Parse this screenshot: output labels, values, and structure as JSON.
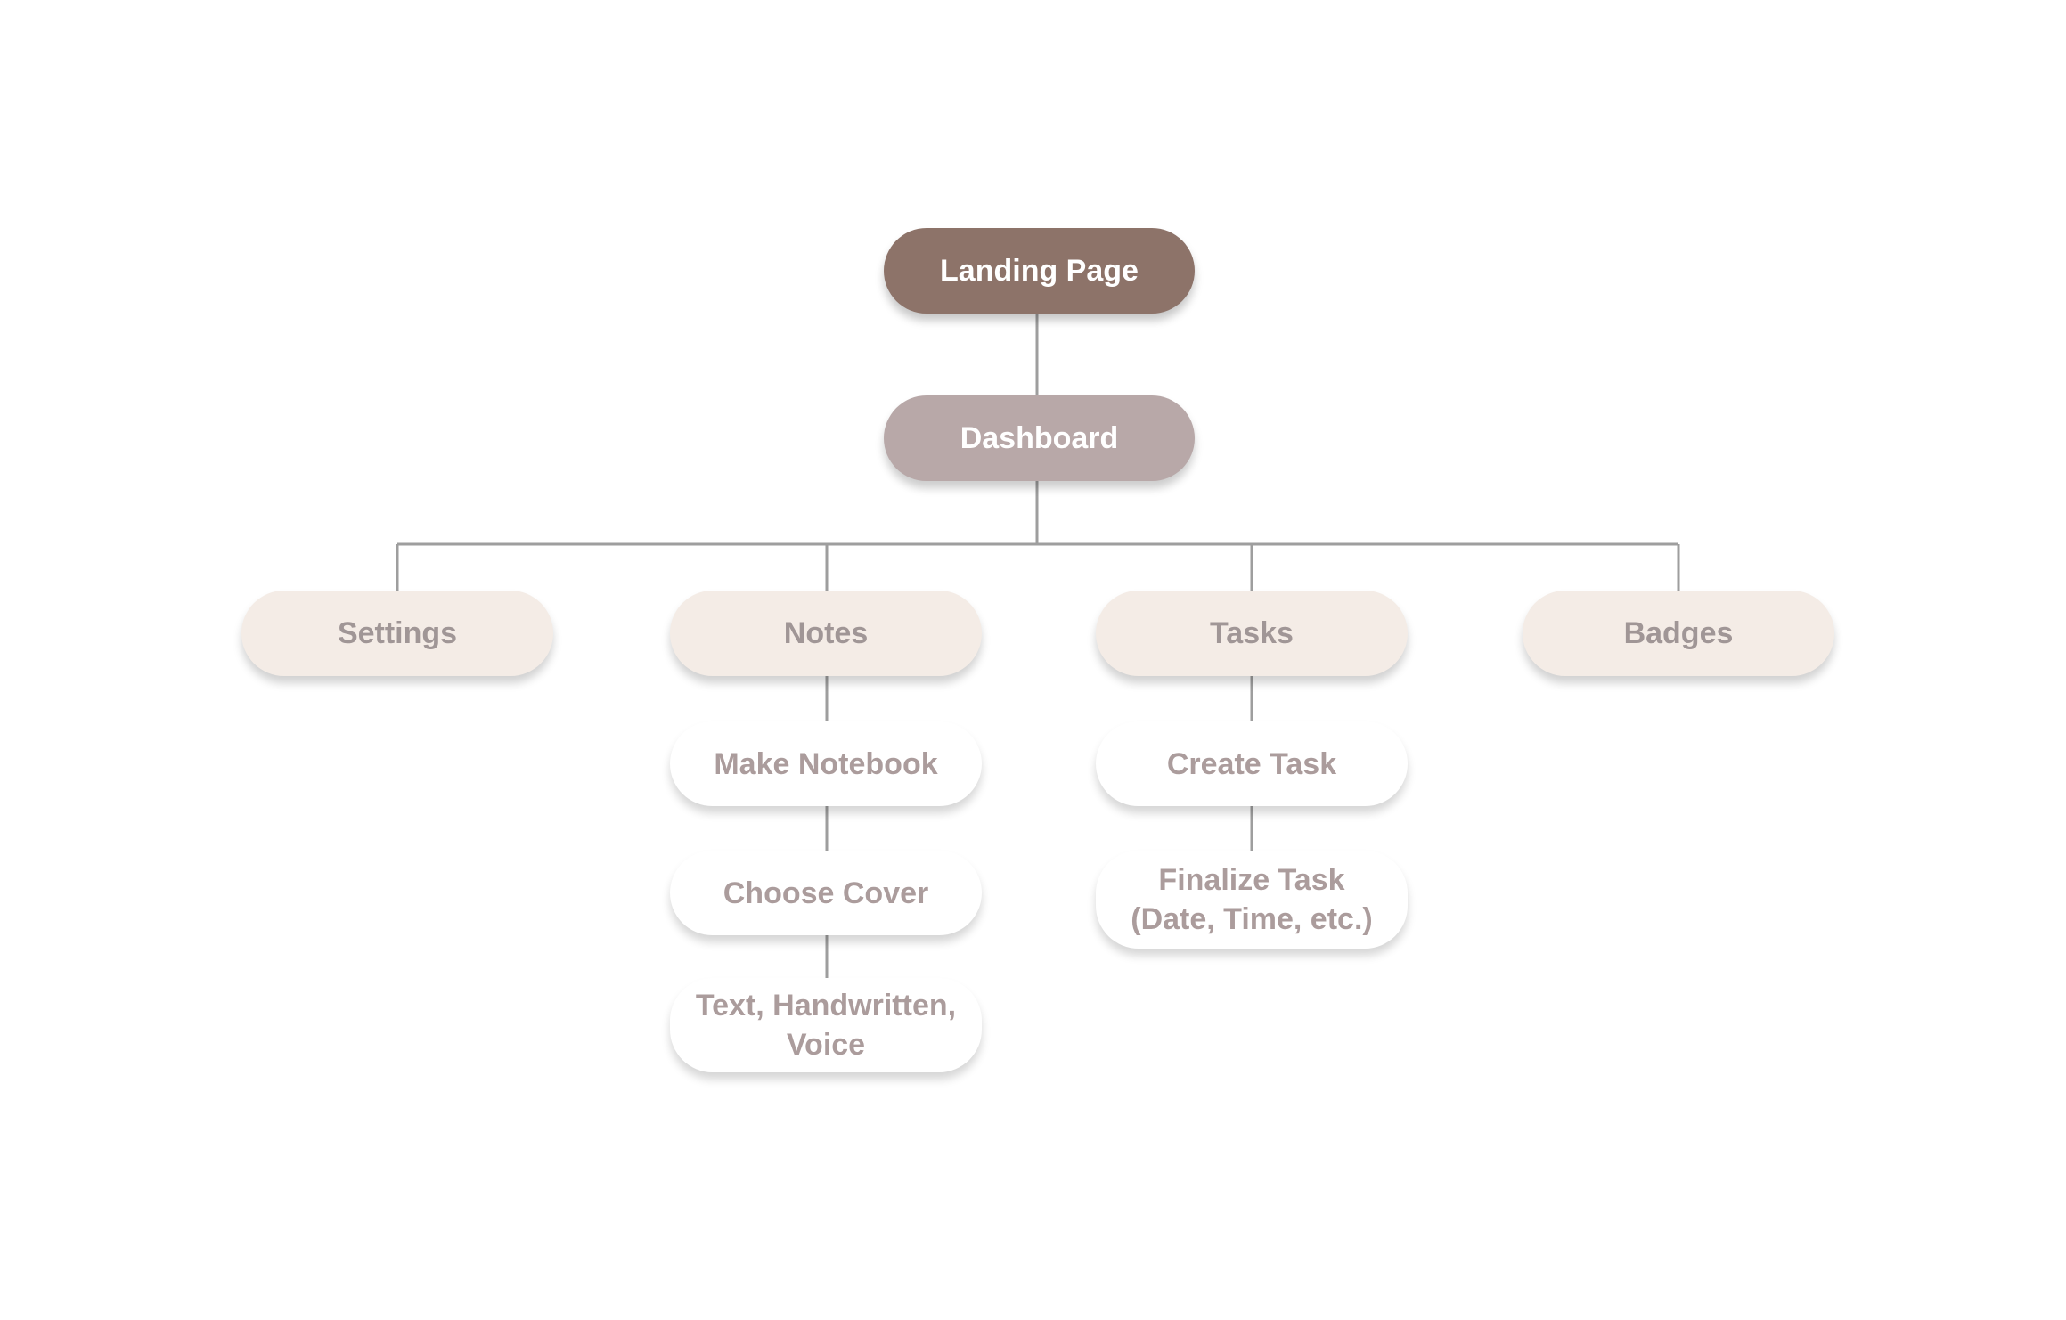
{
  "diagram": {
    "root": {
      "label": "Landing Page"
    },
    "dashboard": {
      "label": "Dashboard"
    },
    "sections": {
      "settings": {
        "label": "Settings"
      },
      "notes": {
        "label": "Notes",
        "children": [
          {
            "label": "Make Notebook"
          },
          {
            "label": "Choose Cover"
          },
          {
            "label": "Text, Handwritten,\nVoice"
          }
        ]
      },
      "tasks": {
        "label": "Tasks",
        "children": [
          {
            "label": "Create Task"
          },
          {
            "label": "Finalize Task\n(Date, Time, etc.)"
          }
        ]
      },
      "badges": {
        "label": "Badges"
      }
    },
    "colors": {
      "root_fill": "#8d7369",
      "dashboard_fill": "#b8a8a8",
      "section_fill": "#f4ece6",
      "leaf_fill": "#ffffff",
      "connector": "#9e9e9e"
    }
  }
}
